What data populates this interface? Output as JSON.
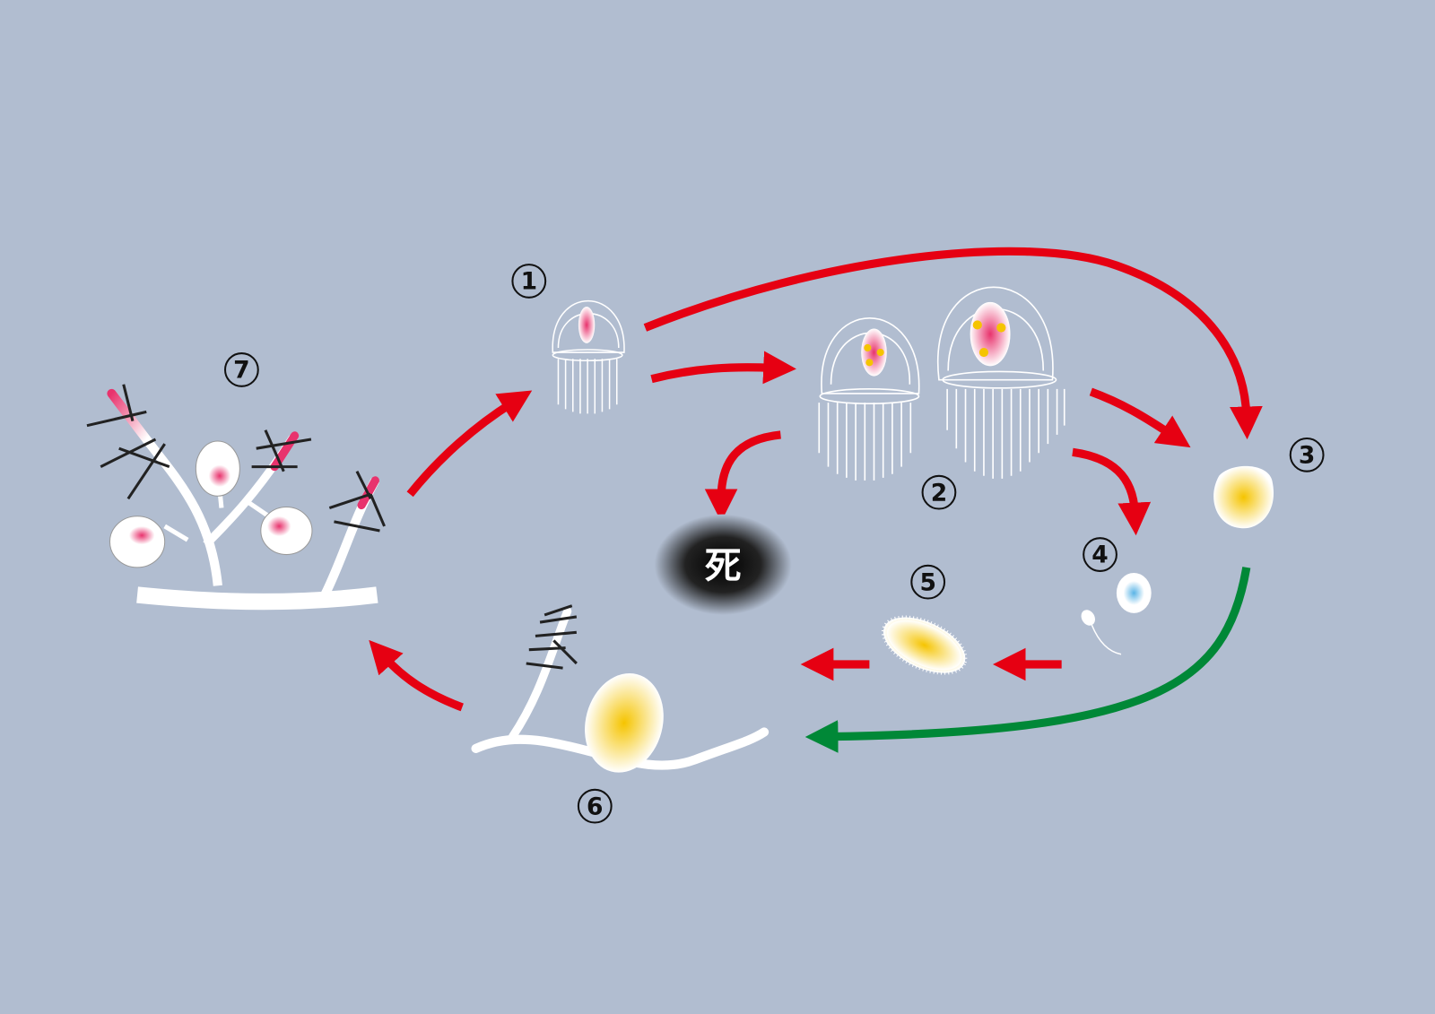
{
  "labels": {
    "stage1": "1",
    "stage2": "2",
    "stage3": "3",
    "stage4": "4",
    "stage5": "5",
    "stage6": "6",
    "stage7": "7",
    "death": "死"
  },
  "colors": {
    "background": "#b1bdd0",
    "arrow_red": "#e60012",
    "arrow_green": "#008837",
    "organism": "#ffffff",
    "gonad": "#e8336d",
    "yolk": "#f5c400"
  }
}
